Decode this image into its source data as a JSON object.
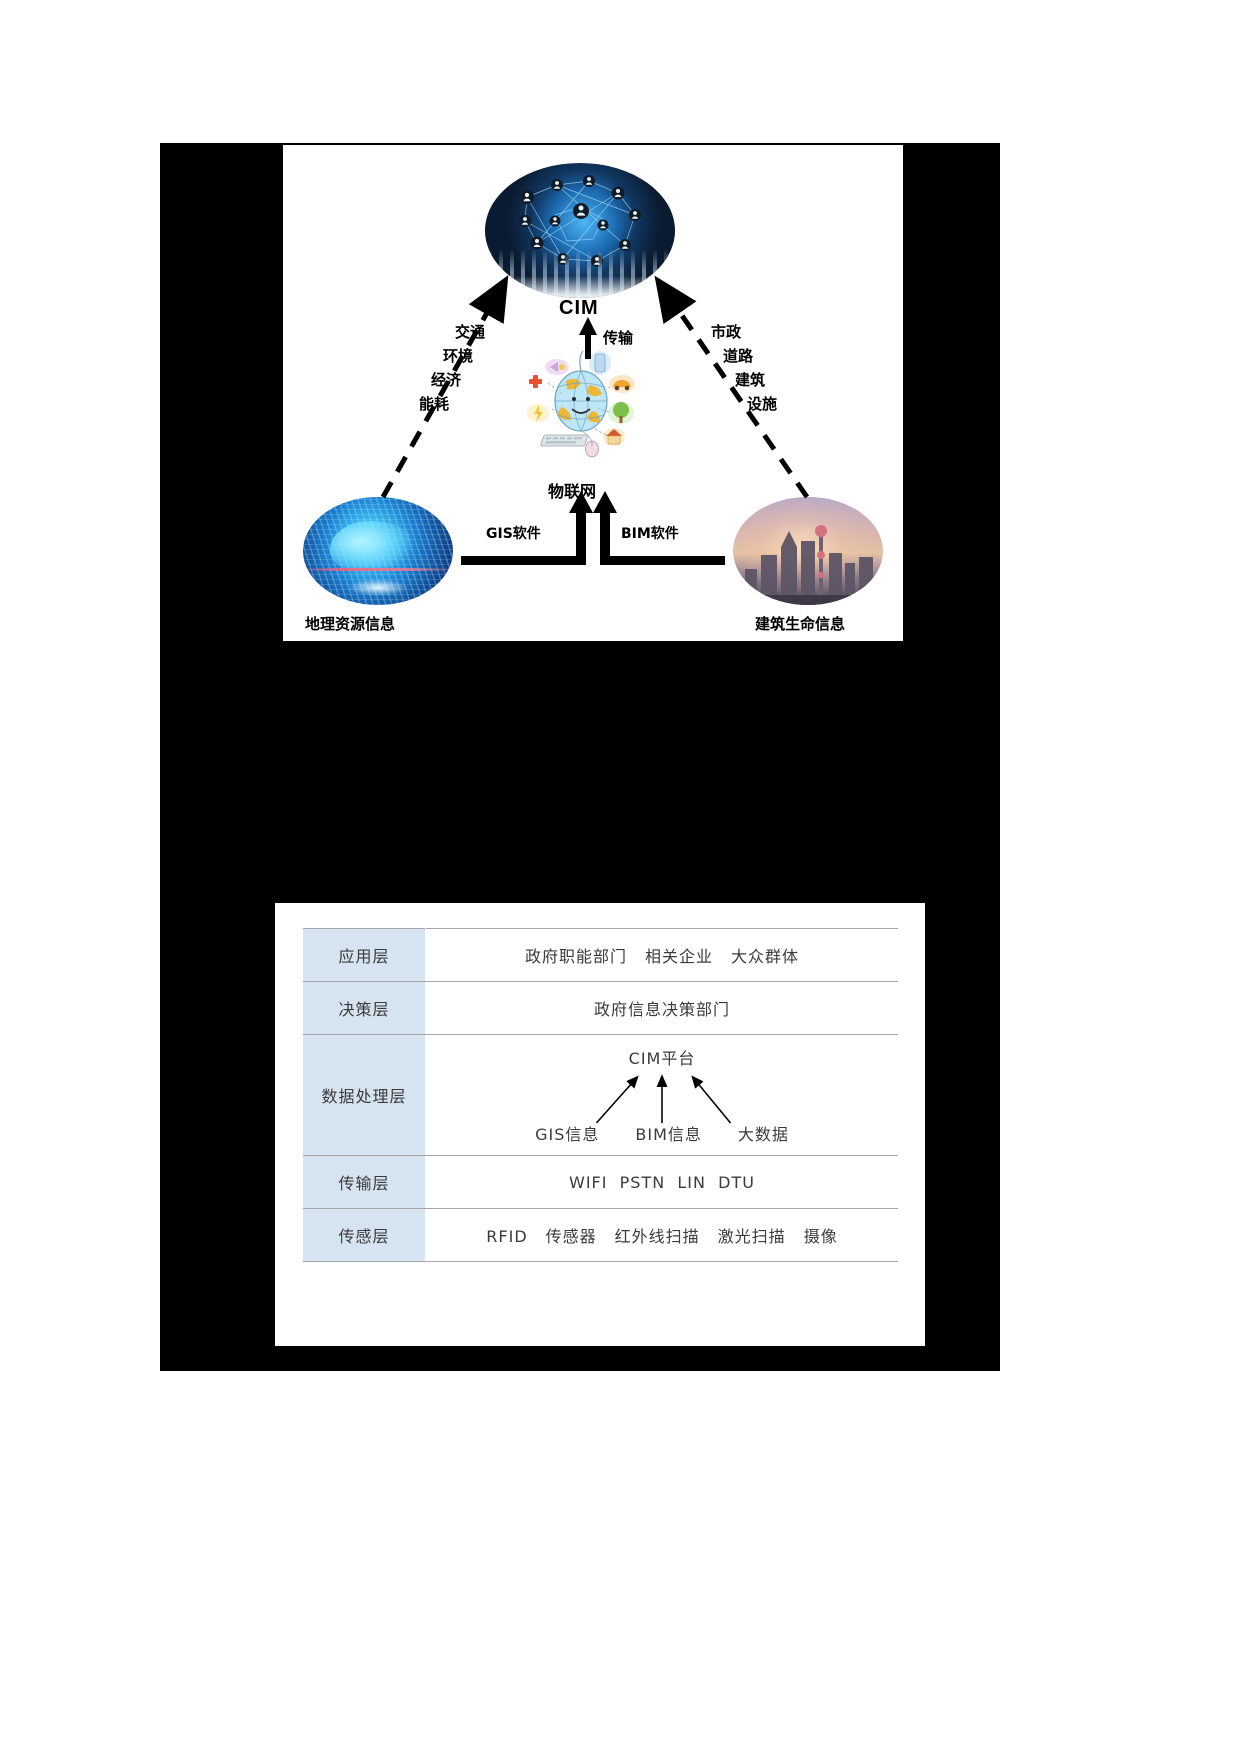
{
  "figure1": {
    "name": "CIM data-source concept diagram",
    "center_node": {
      "label": "CIM",
      "icon": "network-globe-city-icon"
    },
    "transmission_label": "传输",
    "iot": {
      "label": "物联网",
      "icon": "iot-globe-icon"
    },
    "left_stack": [
      "交通",
      "环境",
      "经济",
      "能耗"
    ],
    "right_stack": [
      "市政",
      "道路",
      "建筑",
      "设施"
    ],
    "left_source": {
      "caption": "地理资源信息",
      "software_label": "GIS软件",
      "icon": "digital-earth-globe-icon"
    },
    "right_source": {
      "caption": "建筑生命信息",
      "software_label": "BIM软件",
      "icon": "city-skyline-icon"
    }
  },
  "figure2": {
    "name": "CIM platform layered architecture table",
    "header_color": "#d6e3f0",
    "border_color": "#a6a6a6",
    "rows": [
      {
        "layer": "应用层",
        "items": [
          "政府职能部门",
          "相关企业",
          "大众群体"
        ],
        "type": "text"
      },
      {
        "layer": "决策层",
        "items": [
          "政府信息决策部门"
        ],
        "type": "text"
      },
      {
        "layer": "数据处理层",
        "type": "diagram",
        "target": "CIM平台",
        "sources": [
          "GIS信息",
          "BIM信息",
          "大数据"
        ]
      },
      {
        "layer": "传输层",
        "items": [
          "WIFI",
          "PSTN",
          "LIN",
          "DTU"
        ],
        "type": "text"
      },
      {
        "layer": "传感层",
        "items": [
          "RFID",
          "传感器",
          "红外线扫描",
          "激光扫描",
          "摄像"
        ],
        "type": "text"
      }
    ]
  }
}
